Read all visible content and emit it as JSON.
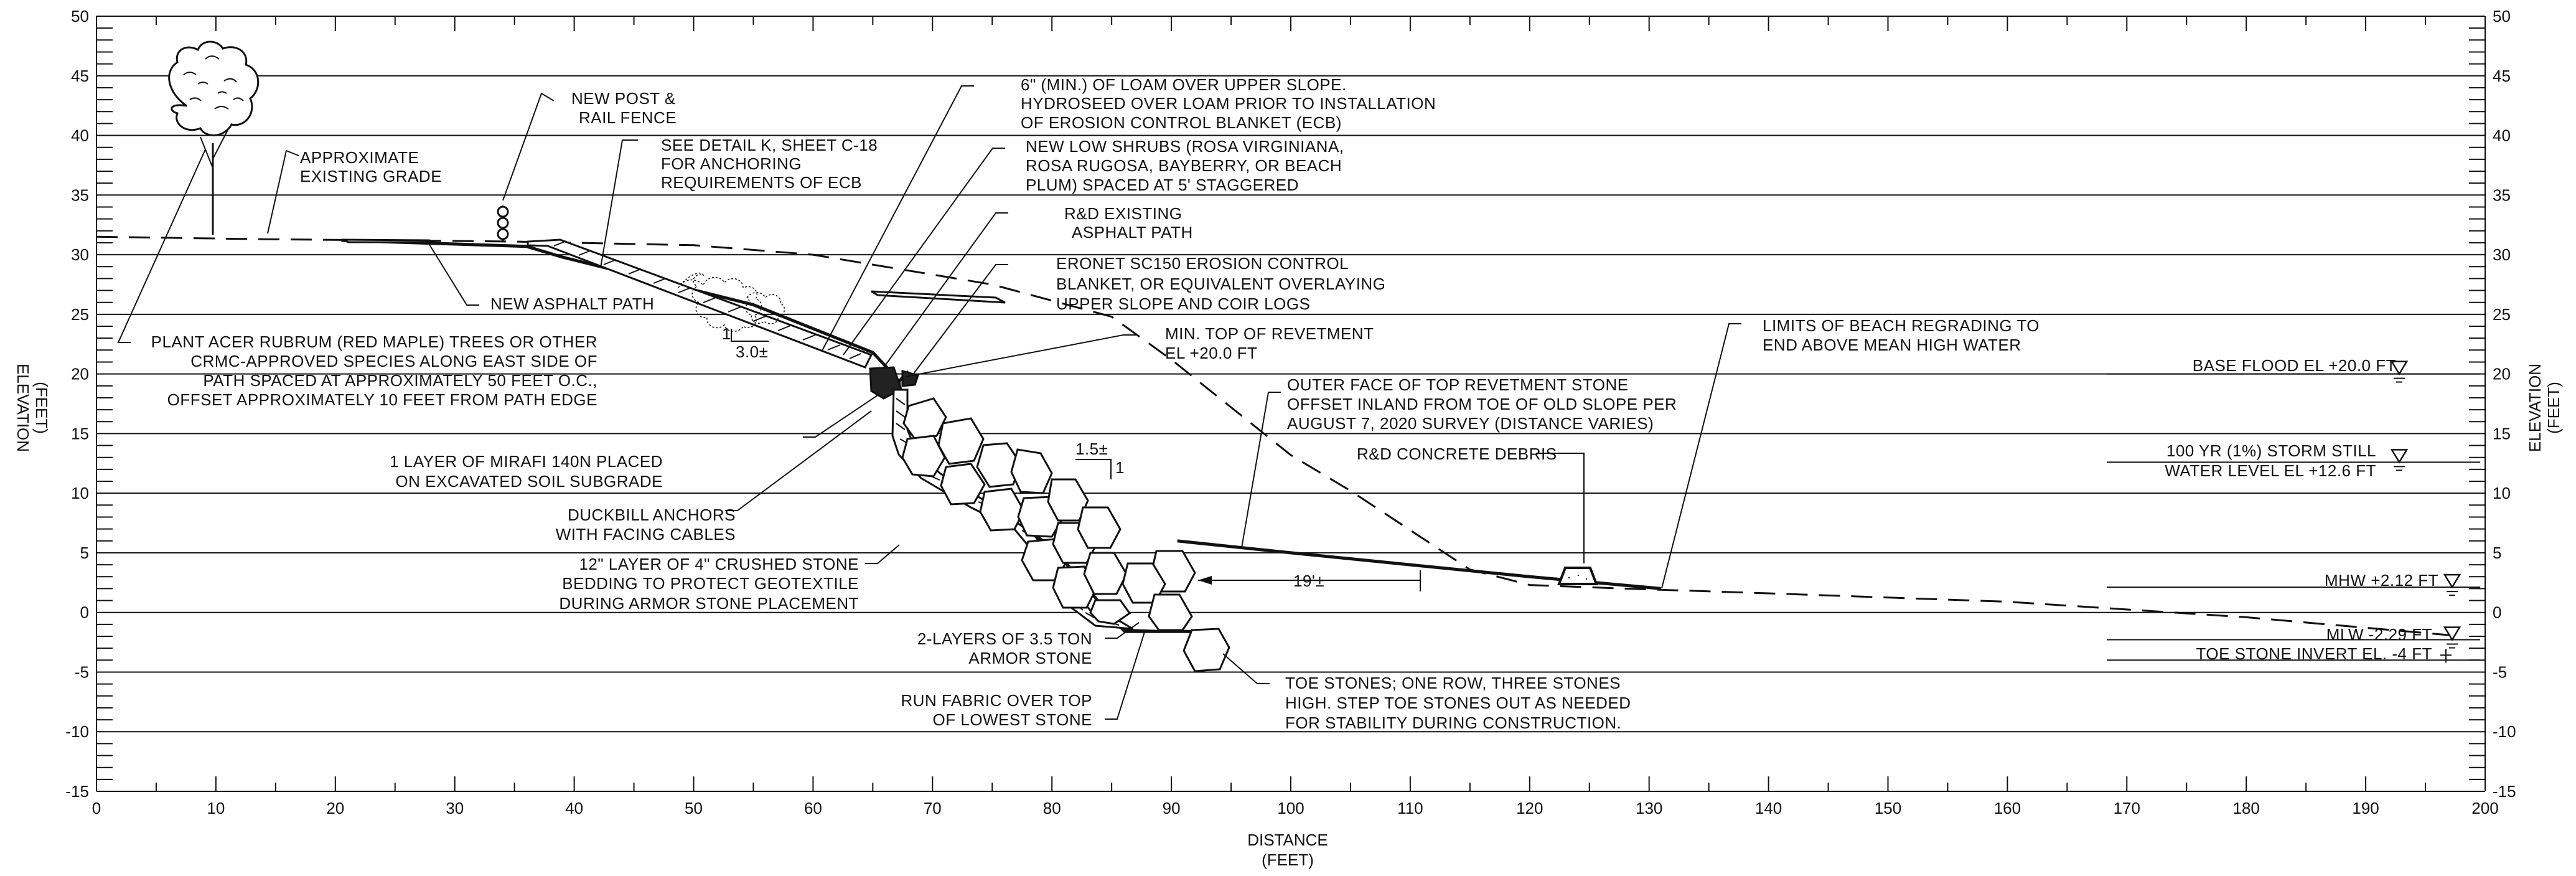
{
  "chart_data": {
    "type": "diagram",
    "xlabel": [
      "DISTANCE",
      "(FEET)"
    ],
    "ylabel": [
      "ELEVATION",
      "(FEET)"
    ],
    "xlim": [
      0,
      200
    ],
    "ylim": [
      -15,
      50
    ],
    "x_ticks": [
      0,
      10,
      20,
      30,
      40,
      50,
      60,
      70,
      80,
      90,
      100,
      110,
      120,
      130,
      140,
      150,
      160,
      170,
      180,
      190,
      200
    ],
    "y_ticks": [
      50,
      45,
      40,
      35,
      30,
      25,
      20,
      15,
      10,
      5,
      0,
      -5,
      -10,
      -15
    ],
    "grid": "horizontal every 5 ft",
    "existing_grade": [
      [
        0,
        31.5
      ],
      [
        14,
        31.3
      ],
      [
        35,
        31.1
      ],
      [
        50,
        30.8
      ],
      [
        60,
        30
      ],
      [
        75,
        27.5
      ],
      [
        85,
        24.8
      ],
      [
        90,
        21.2
      ],
      [
        95,
        17.2
      ],
      [
        100,
        13.2
      ],
      [
        105,
        10.2
      ],
      [
        110,
        6.9
      ],
      [
        115,
        3.6
      ],
      [
        120,
        2.3
      ],
      [
        128,
        2.0
      ],
      [
        140,
        1.6
      ],
      [
        160,
        0.9
      ],
      [
        180,
        -0.4
      ],
      [
        197,
        -1.9
      ]
    ],
    "proposed_grade": [
      [
        20.5,
        31.2
      ],
      [
        36,
        30.7
      ],
      [
        39,
        29.8
      ],
      [
        55,
        25.8
      ],
      [
        65,
        21.8
      ],
      [
        66.5,
        20.2
      ]
    ],
    "revetment_profile": [
      [
        68,
        20.2
      ],
      [
        67.2,
        19.4
      ],
      [
        67.4,
        14.5
      ],
      [
        69,
        12.3
      ],
      [
        74,
        9.5
      ],
      [
        80,
        5.5
      ],
      [
        84,
        0.8
      ],
      [
        86,
        -1.5
      ],
      [
        89,
        -1.6
      ]
    ],
    "toe_line": [
      [
        86,
        -1.6
      ],
      [
        94,
        -1.6
      ]
    ],
    "beach_grade": [
      [
        90.5,
        6
      ],
      [
        100,
        5
      ],
      [
        110,
        4
      ],
      [
        120,
        3
      ],
      [
        131,
        2
      ]
    ],
    "water_levels": [
      {
        "label": "BASE FLOOD EL +20.0 FT",
        "elevation": 20.0
      },
      {
        "label": "100 YR (1%) STORM STILL",
        "label2": "WATER LEVEL EL +12.6 FT",
        "elevation": 12.6
      },
      {
        "label": "MHW +2.12 FT",
        "elevation": 2.12
      },
      {
        "label": "MLW -2.29 FT",
        "elevation": -2.29
      },
      {
        "label": "TOE STONE INVERT EL. -4 FT",
        "elevation": -4
      }
    ],
    "dimensions": {
      "slope_upper": {
        "rise": "1",
        "run": "3.0±"
      },
      "slope_stone": {
        "run": "1.5±",
        "rise": "1"
      },
      "offset": "19'±"
    }
  },
  "callouts": {
    "post_rail": [
      "NEW POST &",
      "RAIL FENCE"
    ],
    "approx_grade": [
      "APPROXIMATE",
      "EXISTING GRADE"
    ],
    "detail_k": [
      "SEE DETAIL K, SHEET C-18",
      "FOR ANCHORING",
      "REQUIREMENTS OF ECB"
    ],
    "loam": [
      "6\" (MIN.) OF LOAM OVER UPPER SLOPE.",
      "HYDROSEED OVER LOAM PRIOR TO INSTALLATION",
      "OF EROSION CONTROL BLANKET (ECB)"
    ],
    "shrubs": [
      "NEW LOW SHRUBS (ROSA VIRGINIANA,",
      "ROSA RUGOSA, BAYBERRY, OR BEACH",
      "PLUM) SPACED AT 5' STAGGERED"
    ],
    "rd_asphalt": [
      "R&D EXISTING",
      "ASPHALT PATH"
    ],
    "eronet": [
      "ERONET SC150 EROSION CONTROL",
      "BLANKET, OR EQUIVALENT OVERLAYING",
      "UPPER SLOPE AND COIR LOGS"
    ],
    "new_asphalt": [
      "NEW ASPHALT PATH"
    ],
    "trees": [
      "PLANT ACER RUBRUM (RED MAPLE) TREES OR OTHER",
      "CRMC-APPROVED SPECIES ALONG EAST SIDE OF",
      "PATH SPACED AT APPROXIMATELY 50 FEET O.C.,",
      "OFFSET APPROXIMATELY 10 FEET FROM PATH EDGE"
    ],
    "min_top": [
      "MIN. TOP OF REVETMENT",
      "EL +20.0 FT"
    ],
    "outer_face": [
      "OUTER FACE OF TOP REVETMENT STONE",
      "OFFSET INLAND FROM TOE OF OLD SLOPE PER",
      "AUGUST 7, 2020 SURVEY (DISTANCE VARIES)"
    ],
    "beach_limits": [
      "LIMITS OF BEACH REGRADING TO",
      "END ABOVE MEAN HIGH WATER"
    ],
    "mirafi": [
      "1 LAYER OF MIRAFI 140N PLACED",
      "ON EXCAVATED SOIL SUBGRADE"
    ],
    "duckbill": [
      "DUCKBILL ANCHORS",
      "WITH FACING CABLES"
    ],
    "bedding": [
      "12\" LAYER OF 4\" CRUSHED STONE",
      "BEDDING TO PROTECT GEOTEXTILE",
      "DURING ARMOR STONE PLACEMENT"
    ],
    "concrete": [
      "R&D CONCRETE DEBRIS"
    ],
    "armor": [
      "2-LAYERS OF 3.5 TON",
      "ARMOR STONE"
    ],
    "fabric": [
      "RUN FABRIC OVER TOP",
      "OF LOWEST STONE"
    ],
    "toe_stones": [
      "TOE STONES; ONE ROW, THREE STONES",
      "HIGH. STEP TOE STONES OUT AS NEEDED",
      "FOR STABILITY DURING CONSTRUCTION."
    ]
  }
}
